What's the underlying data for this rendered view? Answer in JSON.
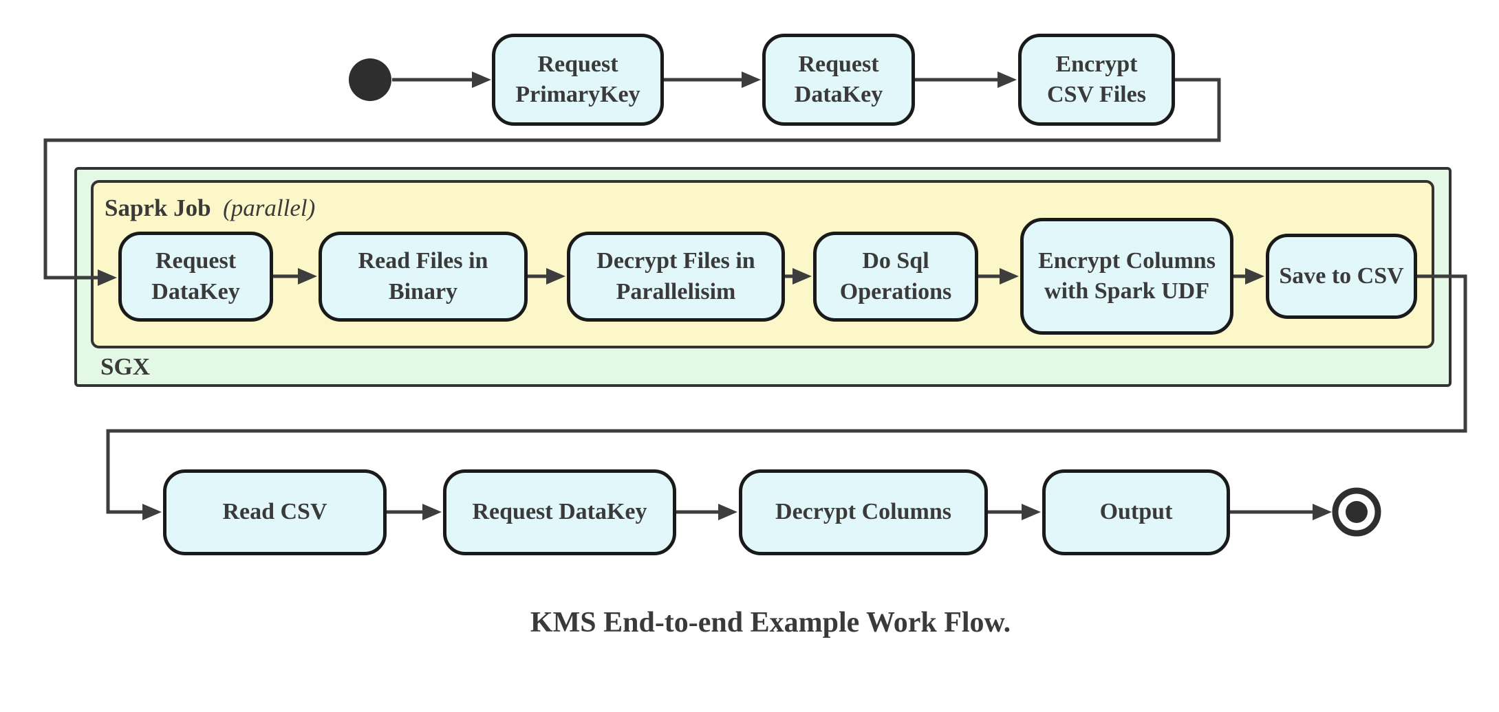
{
  "diagram": {
    "caption": "KMS End-to-end Example Work Flow.",
    "containers": {
      "sgx_label": "SGX",
      "spark_label": "Saprk Job",
      "spark_mode": "(parallel)"
    },
    "top_row": [
      {
        "label": "Request PrimaryKey"
      },
      {
        "label": "Request DataKey"
      },
      {
        "label": "Encrypt CSV Files"
      }
    ],
    "middle_row": [
      {
        "label": "Request DataKey"
      },
      {
        "label": "Read Files in Binary"
      },
      {
        "label": "Decrypt Files in Parallelisim"
      },
      {
        "label": "Do Sql Operations"
      },
      {
        "label": "Encrypt Columns with Spark UDF"
      },
      {
        "label": "Save to CSV"
      }
    ],
    "bottom_row": [
      {
        "label": "Read CSV"
      },
      {
        "label": "Request DataKey"
      },
      {
        "label": "Decrypt Columns"
      },
      {
        "label": "Output"
      }
    ],
    "nodes_meta": {
      "start_node": "initial-state",
      "end_node": "final-state"
    },
    "colors": {
      "node_fill": "#e1f7fa",
      "node_border": "#1a1a1a",
      "sgx_fill": "#e3f9e5",
      "spark_fill": "#fbf7c8",
      "container_border": "#333333",
      "line": "#3d3d3d",
      "text": "#3a3a3a",
      "start_end_fill": "#2e2e2e"
    }
  }
}
